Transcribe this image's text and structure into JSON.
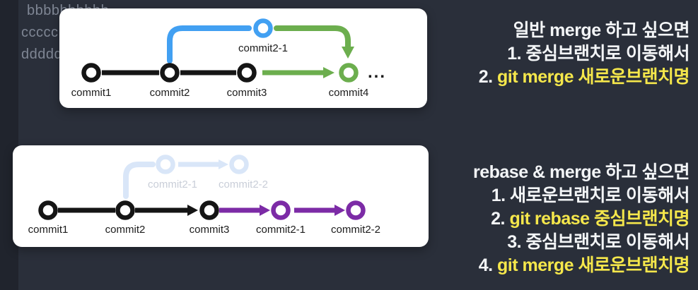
{
  "colors": {
    "background": "#2a2f3a",
    "background_edge": "#20242d",
    "panel": "#ffffff",
    "commit_black": "#151515",
    "branch_blue": "#42a0f2",
    "merge_green": "#6cae4e",
    "rebase_purple": "#7c2ba6",
    "ghost_blue": "#d9e6f8",
    "ghost_label": "#c9ced8",
    "diagram_label": "#1c1c1c",
    "text_white": "#f3f5f7",
    "command_yellow": "#f5e74b",
    "code_gray": "#7f8694"
  },
  "background_code": {
    "line1": "bbbbbbbbbb",
    "line2": "ccccc",
    "line3": "ddddd"
  },
  "merge_diagram": {
    "commit1": "commit1",
    "commit2": "commit2",
    "commit3": "commit3",
    "commit4": "commit4",
    "branch_commit": "commit2-1",
    "ellipsis": "..."
  },
  "rebase_diagram": {
    "commit1": "commit1",
    "commit2": "commit2",
    "commit3": "commit3",
    "new1": "commit2-1",
    "new2": "commit2-2",
    "ghost1": "commit2-1",
    "ghost2": "commit2-2"
  },
  "merge_steps": {
    "title": "일반 merge 하고 싶으면",
    "step1": "1. 중심브랜치로 이동해서",
    "step2_prefix": "2. ",
    "step2_command": "git merge 새로운브랜치명"
  },
  "rebase_steps": {
    "title": "rebase & merge 하고 싶으면",
    "step1": "1. 새로운브랜치로 이동해서",
    "step2_prefix": "2. ",
    "step2_command": "git rebase 중심브랜치명",
    "step3": "3. 중심브랜치로 이동해서",
    "step4_prefix": "4. ",
    "step4_command": "git merge 새로운브랜치명"
  }
}
